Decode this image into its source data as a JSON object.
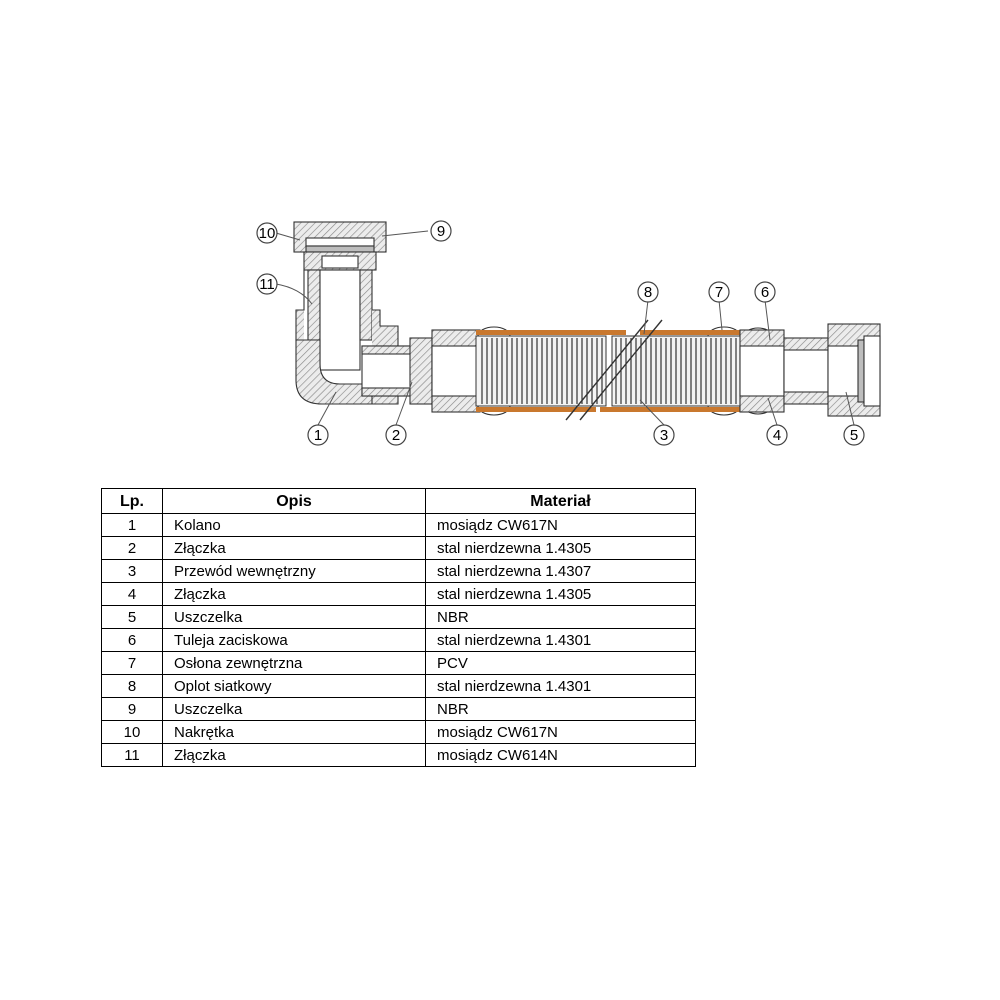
{
  "diagram": {
    "callouts": [
      "1",
      "2",
      "3",
      "4",
      "5",
      "6",
      "7",
      "8",
      "9",
      "10",
      "11"
    ],
    "colors": {
      "line": "#333333",
      "hatch": "#8a8a8a",
      "sheath": "#c9782e",
      "fill": "#e4e4e4"
    }
  },
  "table": {
    "headers": {
      "lp": "Lp.",
      "opis": "Opis",
      "material": "Materiał"
    },
    "rows": [
      {
        "lp": "1",
        "opis": "Kolano",
        "material": "mosiądz CW617N"
      },
      {
        "lp": "2",
        "opis": "Złączka",
        "material": "stal nierdzewna 1.4305"
      },
      {
        "lp": "3",
        "opis": "Przewód wewnętrzny",
        "material": "stal nierdzewna 1.4307"
      },
      {
        "lp": "4",
        "opis": "Złączka",
        "material": "stal nierdzewna 1.4305"
      },
      {
        "lp": "5",
        "opis": "Uszczelka",
        "material": "NBR"
      },
      {
        "lp": "6",
        "opis": "Tuleja zaciskowa",
        "material": "stal nierdzewna 1.4301"
      },
      {
        "lp": "7",
        "opis": "Osłona zewnętrzna",
        "material": "PCV"
      },
      {
        "lp": "8",
        "opis": "Oplot siatkowy",
        "material": "stal nierdzewna 1.4301"
      },
      {
        "lp": "9",
        "opis": "Uszczelka",
        "material": "NBR"
      },
      {
        "lp": "10",
        "opis": "Nakrętka",
        "material": "mosiądz CW617N"
      },
      {
        "lp": "11",
        "opis": "Złączka",
        "material": "mosiądz CW614N"
      }
    ]
  }
}
